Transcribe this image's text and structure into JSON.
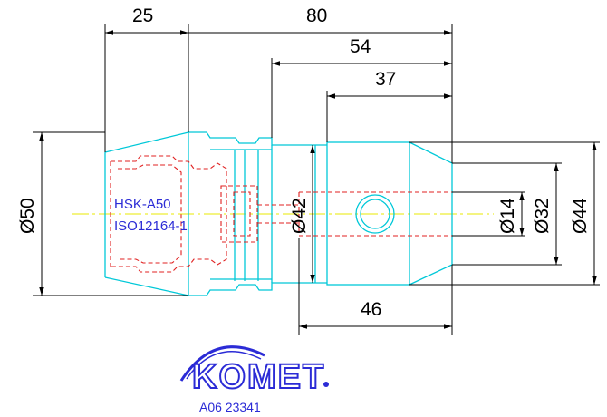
{
  "dimensions": {
    "d25": "25",
    "d80": "80",
    "d54": "54",
    "d37": "37",
    "d46": "46",
    "dia50": "Ø50",
    "dia42": "Ø42",
    "dia14": "Ø14",
    "dia32": "Ø32",
    "dia44": "Ø44"
  },
  "labels": {
    "interface_line1": "HSK-A50",
    "interface_line2": "ISO12164-1"
  },
  "logo": {
    "brand": "KOMET"
  },
  "part_number": "A06 23341",
  "colors": {
    "outline": "#00c8d8",
    "hidden": "#e02020",
    "centerline": "#e8e800",
    "dimension": "#000000",
    "brand_blue": "#2b2bd6"
  }
}
